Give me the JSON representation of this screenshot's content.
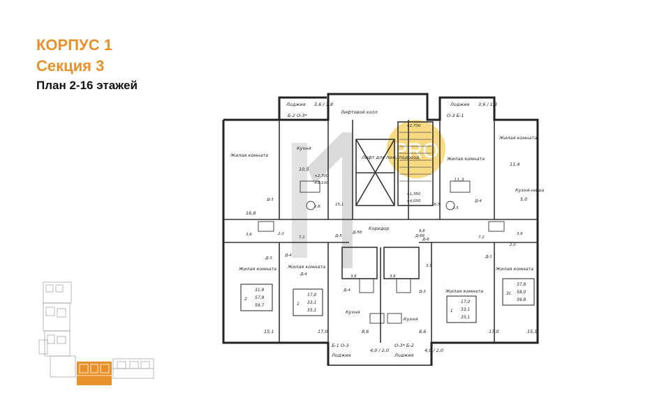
{
  "header": {
    "building": "КОРПУС 1",
    "section": "Секция 3",
    "plan": "План 2-16 этажей"
  },
  "colors": {
    "accent": "#e8912a",
    "watermark": "#f3c63a",
    "wall": "#222222"
  },
  "watermark": {
    "text": "PRO"
  },
  "plan": {
    "loggia_tl": "Лоджия",
    "loggia_tl_dims": "3,6 / 1,8",
    "balcony_tl": "Б-2  О-3*",
    "loggia_tr": "Лоджия",
    "loggia_tr_dims": "3,6 / 1,8",
    "balcony_tr": "О-3  Б-1",
    "lift_hall": "Лифтовой холл",
    "lift_fire": "Лифт для пож. подразд.",
    "corridor": "Коридор",
    "room_tl": "Жилая комната",
    "area_tl": "16,8",
    "kitchen_tl": "Кухня",
    "area_kitchen_tl": "10,5",
    "room_tm": "Жилая комната",
    "area_tm": "11,3",
    "room_tr": "Жилая комната",
    "area_tr": "11,4",
    "kitchen_niche": "Кухня-ниша",
    "area_niche": "5,0",
    "room_bl": "Жилая комната",
    "area_bl": "15,1",
    "room_bl2": "Жилая комната",
    "area_bl2": "17,0",
    "kitchen_bl": "Кухня",
    "area_kitchen_bl": "8,6",
    "kitchen_br": "Кухня",
    "area_kitchen_br": "8,6",
    "room_br2": "Жилая комната",
    "area_br2": "17,0",
    "room_br": "Жилая комната",
    "area_br": "15,1",
    "loggia_bl": "Лоджия",
    "loggia_bl_dims": "4,0 / 2,0",
    "balcony_bl": "Б-1  О-3",
    "loggia_br": "Лоджия",
    "loggia_br_dims": "4,0 / 2,0",
    "balcony_br": "О-3*  Б-2",
    "bath_values": [
      "2,0",
      "3,6",
      "7,1",
      "2,8",
      "15,1",
      "16,5",
      "2,5",
      "9,8",
      "7,1",
      "3,6",
      "2,0",
      "3,6",
      "3,6",
      "3,9"
    ],
    "doors": [
      "Д-3",
      "Д-4",
      "Д-4",
      "Д-3",
      "Д-5",
      "Д-5б",
      "Д-6б",
      "Д-6",
      "Д-4",
      "Д-3",
      "Д-3",
      "Д-4"
    ],
    "levels": [
      "+2,700",
      "+8,100",
      "+2,700",
      "+1,350",
      "+4,050"
    ],
    "apartments": [
      {
        "rooms": "2",
        "values": [
          "31,9",
          "57,9",
          "59,7"
        ]
      },
      {
        "rooms": "1",
        "values": [
          "17,0",
          "33,1",
          "35,1"
        ]
      },
      {
        "rooms": "1",
        "values": [
          "17,0",
          "33,1",
          "35,1"
        ]
      },
      {
        "rooms": "3с",
        "values": [
          "37,8",
          "58,0",
          "59,8"
        ]
      }
    ]
  }
}
